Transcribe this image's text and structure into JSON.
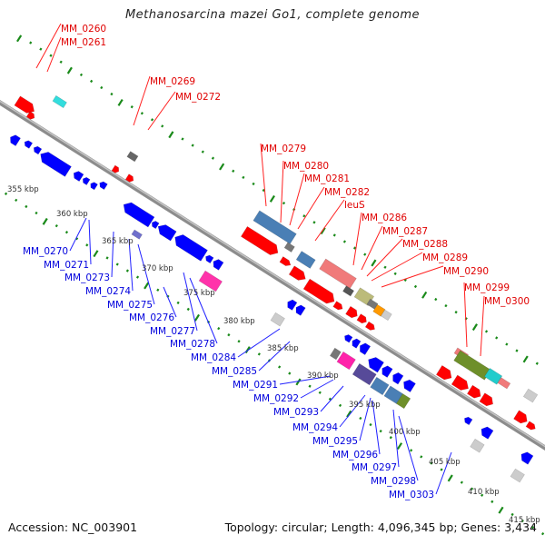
{
  "title": "Methanosarcina mazei Go1, complete genome",
  "footer": {
    "accession": "Accession: NC_003901",
    "topology": "Topology: circular; Length: 4,096,345 bp; Genes: 3,434"
  },
  "colors": {
    "forward_cds": "#ff0000",
    "reverse_cds": "#0000ff",
    "backbone": "#999999",
    "tick": "#1a8a1a",
    "forward_label": "#e00000",
    "reverse_label": "#0000dd"
  },
  "scale_labels": [
    "355 kbp",
    "360 kbp",
    "365 kbp",
    "370 kbp",
    "375 kbp",
    "380 kbp",
    "385 kbp",
    "390 kbp",
    "395 kbp",
    "400 kbp",
    "405 kbp",
    "410 kbp",
    "415 kbp"
  ],
  "forward_labels": [
    "MM_0260",
    "MM_0261",
    "MM_0269",
    "MM_0272",
    "MM_0279",
    "MM_0280",
    "MM_0281",
    "MM_0282",
    "leuS",
    "MM_0286",
    "MM_0287",
    "MM_0288",
    "MM_0289",
    "MM_0290",
    "MM_0299",
    "MM_0300"
  ],
  "reverse_labels": [
    "MM_0270",
    "MM_0271",
    "MM_0273",
    "MM_0274",
    "MM_0275",
    "MM_0276",
    "MM_0277",
    "MM_0278",
    "MM_0284",
    "MM_0285",
    "MM_0291",
    "MM_0292",
    "MM_0293",
    "MM_0294",
    "MM_0295",
    "MM_0296",
    "MM_0297",
    "MM_0298",
    "MM_0303"
  ]
}
